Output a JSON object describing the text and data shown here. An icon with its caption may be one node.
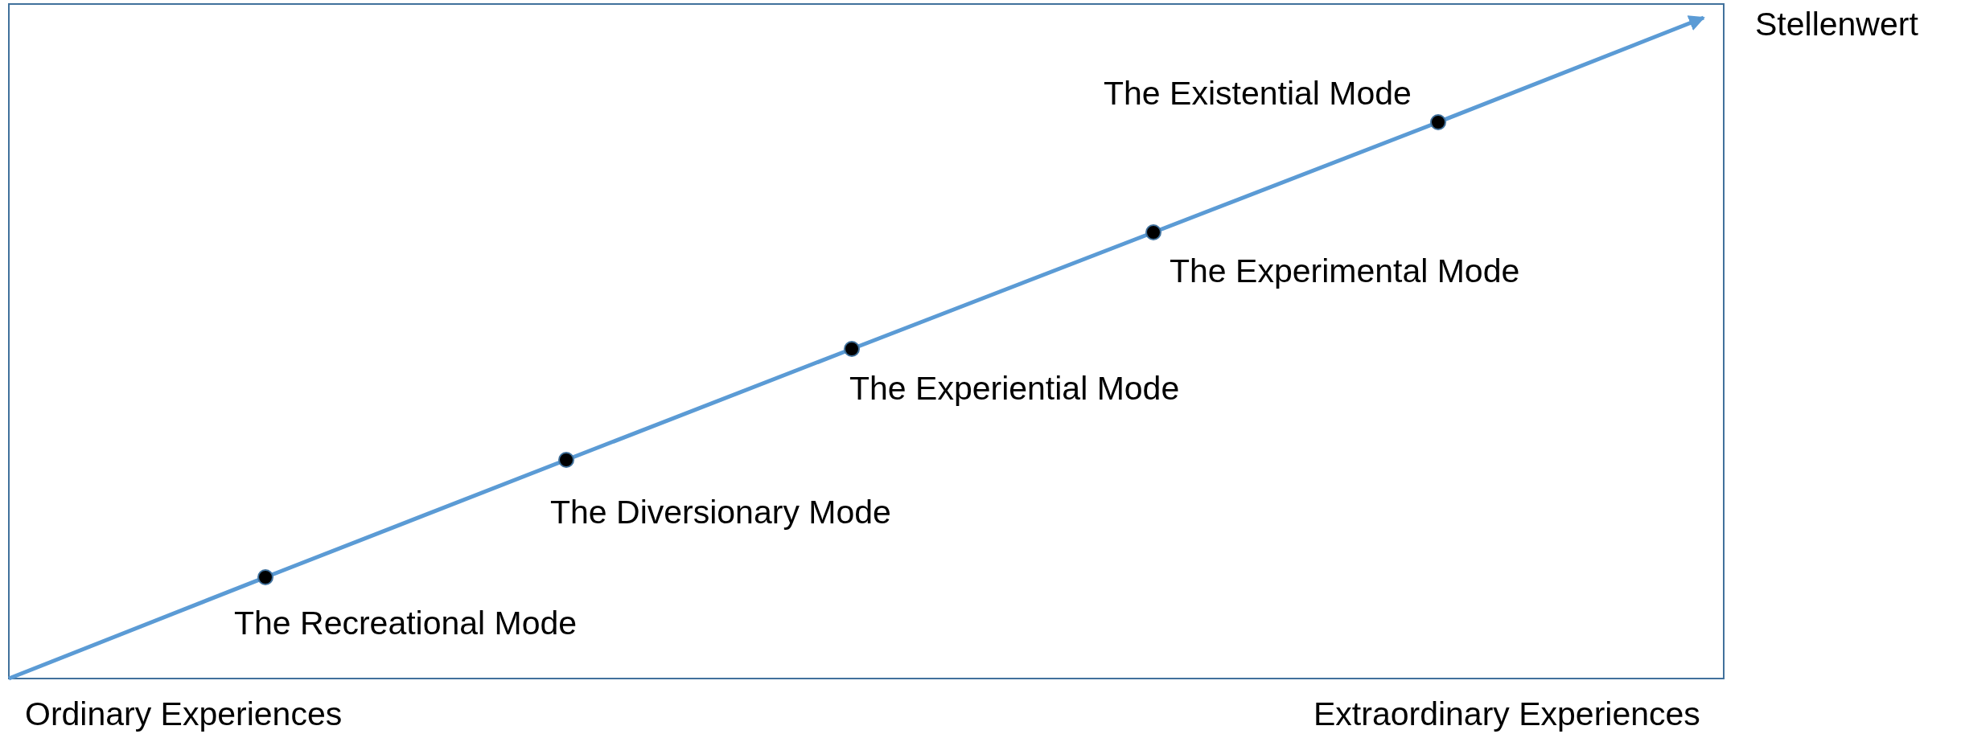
{
  "diagram": {
    "nodes": [
      {
        "text": [],
        "shape": "circle",
        "beside": [
          "The Recreational Mode"
        ]
      },
      {
        "text": [],
        "shape": "circle",
        "beside": [
          "The Diversionary Mode"
        ]
      },
      {
        "text": [],
        "shape": "circle",
        "beside": [
          "The Experiential Mode"
        ]
      },
      {
        "text": [],
        "shape": "circle",
        "beside": [
          "The Experimental Mode"
        ]
      },
      {
        "text": [],
        "shape": "circle",
        "beside": [
          "The Existential Mode"
        ]
      }
    ],
    "edges": [
      {
        "from": null,
        "to": 0,
        "arrow": "none"
      },
      {
        "from": 0,
        "to": 1,
        "arrow": "none"
      },
      {
        "from": 1,
        "to": 2,
        "arrow": "none"
      },
      {
        "from": 2,
        "to": 3,
        "arrow": "none"
      },
      {
        "from": 3,
        "to": 4,
        "arrow": "none"
      },
      {
        "from": 4,
        "to": null,
        "arrow": "to"
      }
    ],
    "labels": [
      "Stellenwert",
      "Ordinary Experiences",
      "Extraordinary Experiences"
    ]
  }
}
